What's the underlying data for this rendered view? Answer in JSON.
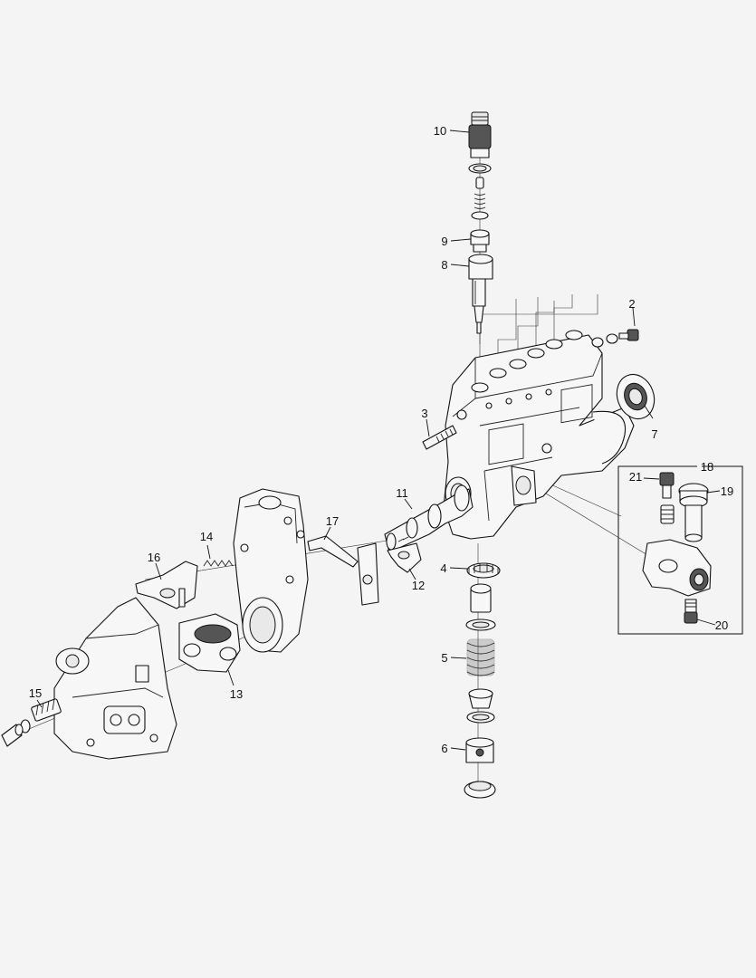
{
  "callouts": [
    {
      "id": "c1",
      "number": "2"
    },
    {
      "id": "c2",
      "number": "3"
    },
    {
      "id": "c3",
      "number": "4"
    },
    {
      "id": "c4",
      "number": "5"
    },
    {
      "id": "c5",
      "number": "6"
    },
    {
      "id": "c6",
      "number": "7"
    },
    {
      "id": "c7",
      "number": "8"
    },
    {
      "id": "c8",
      "number": "9"
    },
    {
      "id": "c9",
      "number": "10"
    },
    {
      "id": "c10",
      "number": "11"
    },
    {
      "id": "c11",
      "number": "12"
    },
    {
      "id": "c12",
      "number": "13"
    },
    {
      "id": "c13",
      "number": "14"
    },
    {
      "id": "c14",
      "number": "15"
    },
    {
      "id": "c15",
      "number": "16"
    },
    {
      "id": "c16",
      "number": "17"
    },
    {
      "id": "c17",
      "number": "18"
    },
    {
      "id": "c18",
      "number": "19"
    },
    {
      "id": "c19",
      "number": "20"
    },
    {
      "id": "c20",
      "number": "21"
    }
  ]
}
